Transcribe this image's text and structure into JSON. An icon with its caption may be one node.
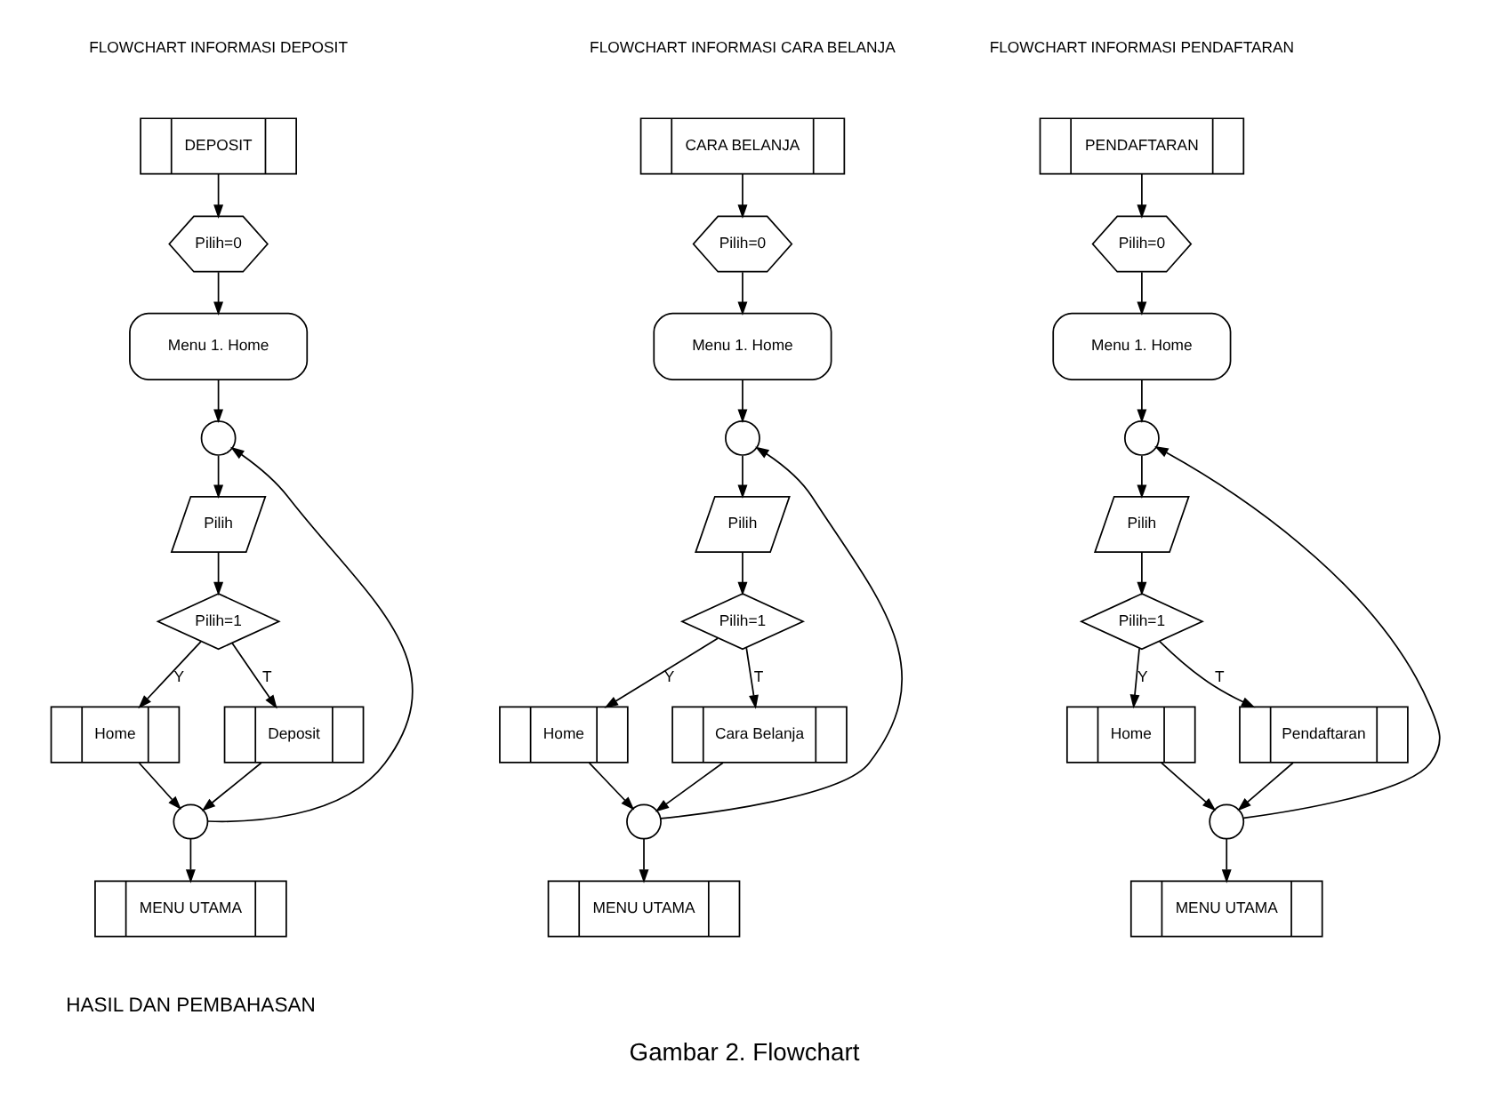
{
  "diagram": {
    "caption": "Gambar 2. Flowchart",
    "nodes": [
      {
        "text": [
          "DEPOSIT"
        ]
      },
      {
        "text": [
          "Pilih=0"
        ]
      },
      {
        "text": [
          "Menu 1. Home"
        ]
      },
      {
        "text": [],
        "shape": "circle"
      },
      {
        "text": [
          "Pilih"
        ]
      },
      {
        "text": [
          "Pilih=1"
        ]
      },
      {
        "text": [
          "Home"
        ]
      },
      {
        "text": [
          "Deposit"
        ]
      },
      {
        "text": [],
        "shape": "circle"
      },
      {
        "text": [
          "MENU UTAMA"
        ]
      },
      {
        "text": [
          "CARA BELANJA"
        ]
      },
      {
        "text": [
          "Pilih=0"
        ]
      },
      {
        "text": [
          "Menu 1. Home"
        ]
      },
      {
        "text": [],
        "shape": "circle"
      },
      {
        "text": [
          "Pilih"
        ]
      },
      {
        "text": [
          "Pilih=1"
        ]
      },
      {
        "text": [
          "Home"
        ]
      },
      {
        "text": [
          "Cara Belanja"
        ]
      },
      {
        "text": [],
        "shape": "circle"
      },
      {
        "text": [
          "MENU UTAMA"
        ]
      },
      {
        "text": [
          "PENDAFTARAN"
        ]
      },
      {
        "text": [
          "Pilih=0"
        ]
      },
      {
        "text": [
          "Menu 1. Home"
        ]
      },
      {
        "text": [],
        "shape": "circle"
      },
      {
        "text": [
          "Pilih"
        ]
      },
      {
        "text": [
          "Pilih=1"
        ]
      },
      {
        "text": [
          "Home"
        ]
      },
      {
        "text": [
          "Pendaftaran"
        ]
      },
      {
        "text": [],
        "shape": "circle"
      },
      {
        "text": [
          "MENU UTAMA"
        ]
      }
    ],
    "edges": [
      {
        "from": 0,
        "to": 1,
        "arrow": "to"
      },
      {
        "from": 1,
        "to": 2,
        "arrow": "to"
      },
      {
        "from": 2,
        "to": 3,
        "arrow": "to"
      },
      {
        "from": 3,
        "to": 4,
        "arrow": "to"
      },
      {
        "from": 4,
        "to": 5,
        "arrow": "to"
      },
      {
        "from": 5,
        "to": 6,
        "label": "Y",
        "arrow": "to"
      },
      {
        "from": 5,
        "to": 7,
        "label": "T",
        "arrow": "to"
      },
      {
        "from": 6,
        "to": 8,
        "arrow": "to"
      },
      {
        "from": 7,
        "to": 8,
        "arrow": "to"
      },
      {
        "from": 8,
        "to": 3,
        "arrow": "to"
      },
      {
        "from": 8,
        "to": 9,
        "arrow": "to"
      },
      {
        "from": 10,
        "to": 11,
        "arrow": "to"
      },
      {
        "from": 11,
        "to": 12,
        "arrow": "to"
      },
      {
        "from": 12,
        "to": 13,
        "arrow": "to"
      },
      {
        "from": 13,
        "to": 14,
        "arrow": "to"
      },
      {
        "from": 14,
        "to": 15,
        "arrow": "to"
      },
      {
        "from": 15,
        "to": 16,
        "label": "Y",
        "arrow": "to"
      },
      {
        "from": 15,
        "to": 17,
        "label": "T",
        "arrow": "to"
      },
      {
        "from": 16,
        "to": 18,
        "arrow": "to"
      },
      {
        "from": 17,
        "to": 18,
        "arrow": "to"
      },
      {
        "from": 18,
        "to": 13,
        "arrow": "to"
      },
      {
        "from": 18,
        "to": 19,
        "arrow": "to"
      },
      {
        "from": 20,
        "to": 21,
        "arrow": "to"
      },
      {
        "from": 21,
        "to": 22,
        "arrow": "to"
      },
      {
        "from": 22,
        "to": 23,
        "arrow": "to"
      },
      {
        "from": 23,
        "to": 24,
        "arrow": "to"
      },
      {
        "from": 24,
        "to": 25,
        "arrow": "to"
      },
      {
        "from": 25,
        "to": 26,
        "label": "Y",
        "arrow": "to"
      },
      {
        "from": 25,
        "to": 27,
        "label": "T",
        "arrow": "to"
      },
      {
        "from": 26,
        "to": 28,
        "arrow": "to"
      },
      {
        "from": 27,
        "to": 28,
        "arrow": "to"
      },
      {
        "from": 28,
        "to": 23,
        "arrow": "to"
      },
      {
        "from": 28,
        "to": 29,
        "arrow": "to"
      }
    ],
    "labels": [
      "FLOWCHART INFORMASI DEPOSIT",
      "FLOWCHART INFORMASI CARA BELANJA",
      "FLOWCHART INFORMASI PENDAFTARAN",
      "HASIL DAN PEMBAHASAN"
    ]
  }
}
